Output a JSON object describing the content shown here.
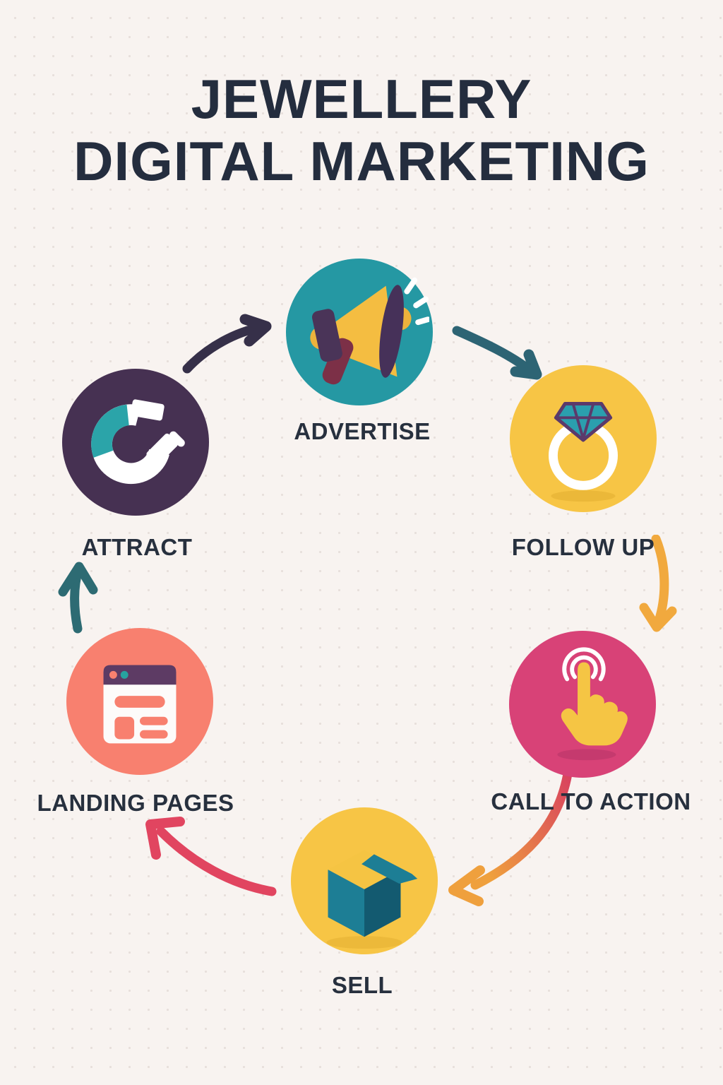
{
  "title": {
    "line1": "JEWELLERY",
    "line2": "DIGITAL MARKETING"
  },
  "nodes": [
    {
      "id": "advertise",
      "label": "ADVERTISE",
      "circle_color": "#2598a3",
      "icon": "megaphone-icon"
    },
    {
      "id": "follow_up",
      "label": "FOLLOW UP",
      "circle_color": "#f7c545",
      "icon": "diamond-ring-icon"
    },
    {
      "id": "call_to_action",
      "label": "CALL TO ACTION",
      "circle_color": "#d84277",
      "icon": "click-hand-icon"
    },
    {
      "id": "sell",
      "label": "SELL",
      "circle_color": "#f7c545",
      "icon": "open-box-icon"
    },
    {
      "id": "landing_pages",
      "label": "LANDING PAGES",
      "circle_color": "#f8806f",
      "icon": "browser-window-icon"
    },
    {
      "id": "attract",
      "label": "ATTRACT",
      "circle_color": "#463152",
      "icon": "magnet-icon"
    }
  ],
  "arrows": {
    "attract_to_advertise": {
      "from": "ATTRACT",
      "to": "ADVERTISE",
      "color": "#363049"
    },
    "advertise_to_follow_up": {
      "from": "ADVERTISE",
      "to": "FOLLOW UP",
      "color": "#2d6474"
    },
    "follow_up_to_call_to_action": {
      "from": "FOLLOW UP",
      "to": "CALL TO ACTION",
      "color": "#f1a93e"
    },
    "call_to_action_to_sell": {
      "from": "CALL TO ACTION",
      "to": "SELL",
      "gradient": [
        "#d8415f",
        "#efa03d"
      ],
      "head_color": "#efa03d"
    },
    "sell_to_landing_pages": {
      "from": "SELL",
      "to": "LANDING PAGES",
      "color": "#e14560"
    },
    "landing_pages_to_attract": {
      "from": "LANDING PAGES",
      "to": "ATTRACT",
      "color": "#2d6b73"
    }
  },
  "palette": {
    "background": "#f8f3f0",
    "dot_grid": "#e7dfdb",
    "text": "#27303e",
    "title_text": "#242d3e",
    "teal": "#2598a3",
    "yellow": "#f7c545",
    "pink": "#d84277",
    "salmon": "#f8806f",
    "dark_purple": "#463152"
  }
}
